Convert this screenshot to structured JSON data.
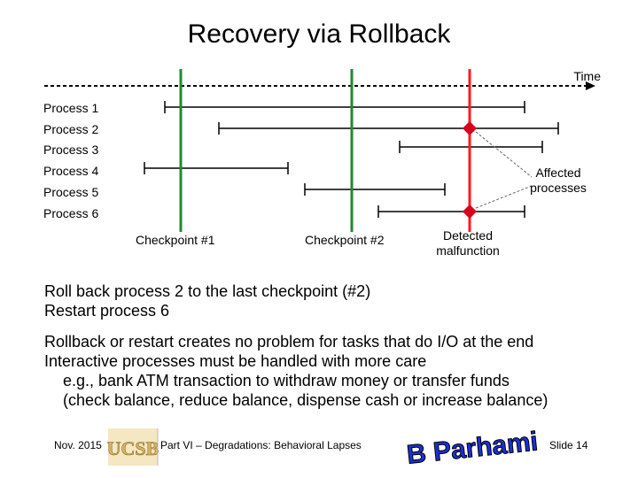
{
  "title": "Recovery via Rollback",
  "diagram": {
    "time_label": "Time",
    "processes": [
      {
        "label": "Process 1"
      },
      {
        "label": "Process 2"
      },
      {
        "label": "Process 3"
      },
      {
        "label": "Process 4"
      },
      {
        "label": "Process 5"
      },
      {
        "label": "Process 6"
      }
    ],
    "checkpoint_1_label": "Checkpoint #1",
    "checkpoint_2_label": "Checkpoint #2",
    "malfunction_label_line1": "Detected",
    "malfunction_label_line2": "malfunction",
    "affected_label_line1": "Affected",
    "affected_label_line2": "processes",
    "colors": {
      "checkpoint": "#1e8a2e",
      "malfunction": "#ff1a1a",
      "affected_marker": "#d8001a"
    }
  },
  "text": {
    "line1": "Roll back process 2 to the last checkpoint (#2)",
    "line2": "Restart process 6",
    "line3": "Rollback or restart creates no problem for tasks that do I/O at the end",
    "line4": "Interactive processes must be handled with more care",
    "line5": "e.g., bank ATM transaction to withdraw money or transfer funds",
    "line6": "(check balance, reduce balance, dispense cash or increase balance)"
  },
  "footer": {
    "date": "Nov. 2015",
    "logo_text": "UCSB",
    "course": "Part VI – Degradations: Behavioral Lapses",
    "signature": "B Parhami",
    "slide": "Slide 14"
  }
}
